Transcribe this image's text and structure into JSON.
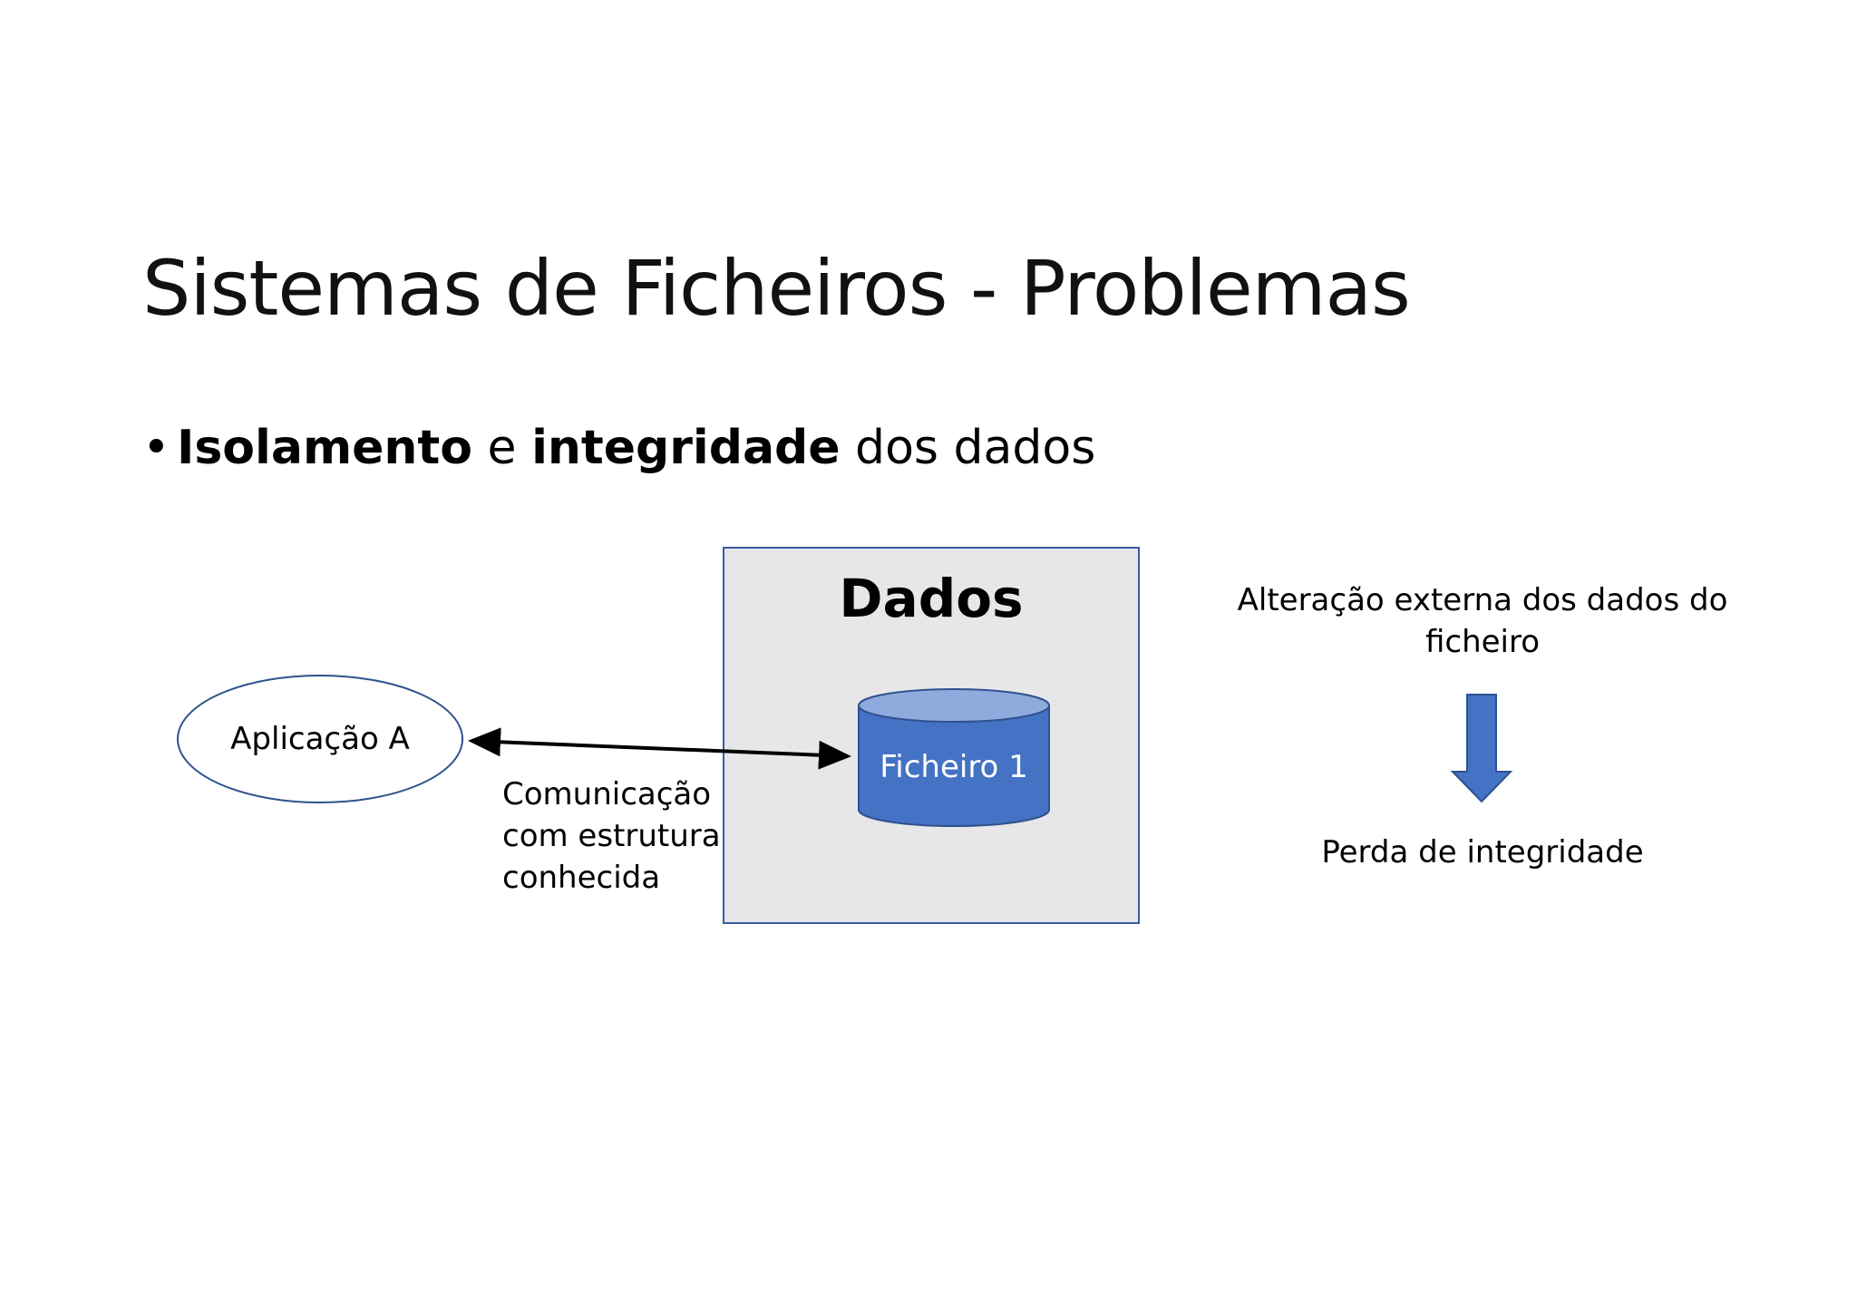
{
  "slide": {
    "title": "Sistemas de Ficheiros - Problemas",
    "bullet": {
      "symbol": "•",
      "part1_bold": "Isolamento",
      "part2": " e ",
      "part3_bold": "integridade",
      "part4": " dos dados"
    }
  },
  "diagram": {
    "data_box_title": "Dados",
    "application_label": "Aplicação A",
    "file_label": "Ficheiro 1",
    "communication_lines": [
      "Comunicação",
      "com estrutura",
      "conhecida"
    ],
    "external_change_lines": [
      "Alteração externa dos dados do",
      "ficheiro"
    ],
    "result_label": "Perda de integridade",
    "colors": {
      "box_fill": "#e7e7e9",
      "box_border": "#3b5aa0",
      "cylinder_body": "#4472c4",
      "cylinder_top": "#8faadc",
      "cylinder_stroke": "#2f528f",
      "arrow_fill": "#4472c4",
      "ellipse_stroke": "#2f528f",
      "connector": "#000000"
    }
  }
}
